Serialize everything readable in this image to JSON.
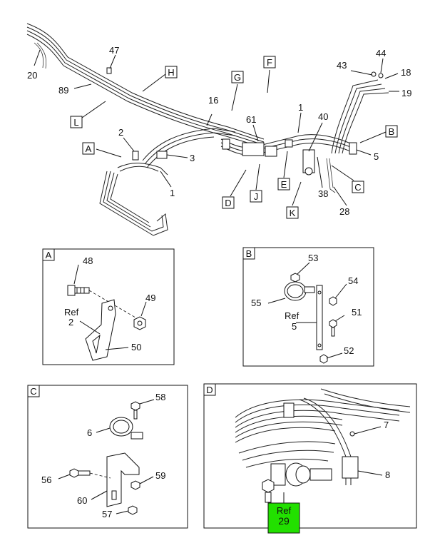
{
  "main_view": {
    "letter_labels": [
      "A",
      "H",
      "L",
      "G",
      "F",
      "B",
      "C",
      "D",
      "J",
      "E",
      "K"
    ],
    "part_numbers": [
      "20",
      "47",
      "89",
      "2",
      "3",
      "1",
      "16",
      "61",
      "1",
      "40",
      "43",
      "44",
      "18",
      "19",
      "5",
      "38",
      "28"
    ]
  },
  "detail_a": {
    "title": "A",
    "parts": [
      "48",
      "49",
      "50"
    ],
    "ref_label": "Ref",
    "ref_number": "2"
  },
  "detail_b": {
    "title": "B",
    "parts": [
      "53",
      "54",
      "55",
      "51",
      "52"
    ],
    "ref_label": "Ref",
    "ref_number": "5"
  },
  "detail_c": {
    "title": "C",
    "parts": [
      "58",
      "6",
      "56",
      "59",
      "60",
      "57"
    ]
  },
  "detail_d": {
    "title": "D",
    "parts": [
      "7",
      "8"
    ],
    "ref_label": "Ref",
    "ref_number": "29",
    "highlight_color": "#22e000"
  }
}
